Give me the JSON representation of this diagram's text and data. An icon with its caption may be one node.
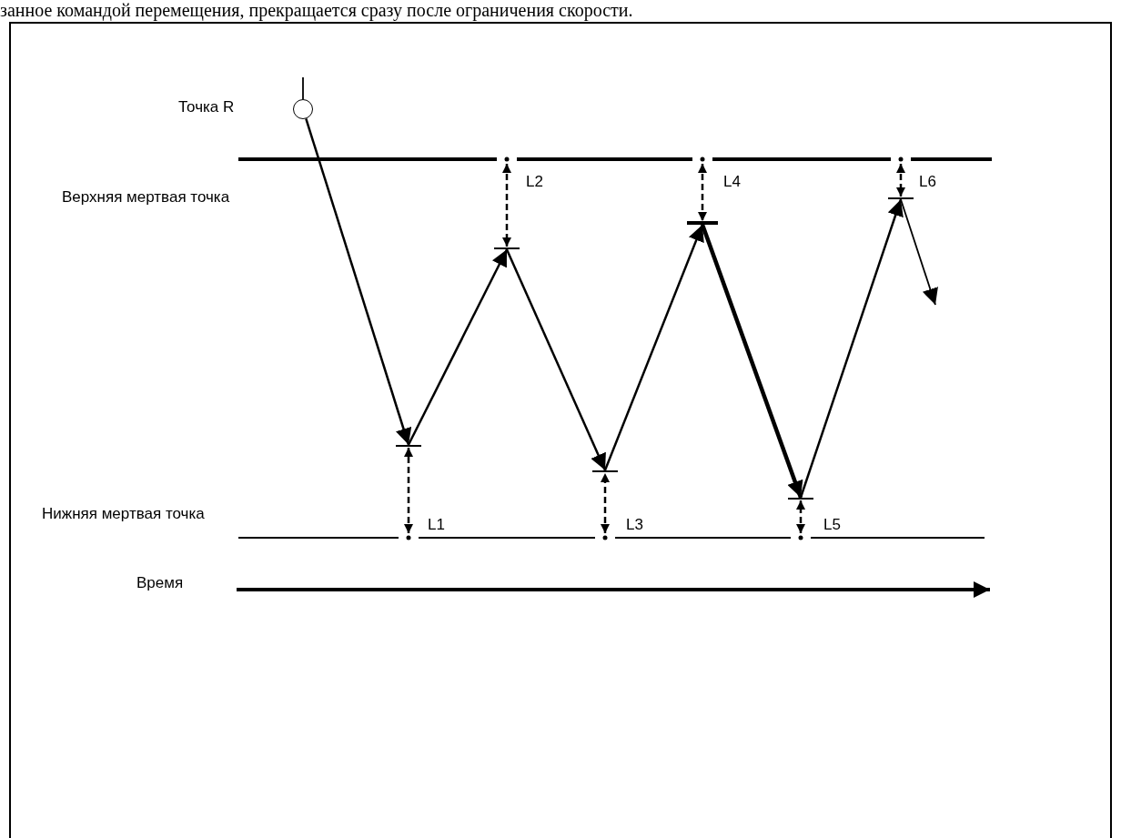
{
  "diagram": {
    "nodes": [
      {
        "text": [],
        "shape": "circle",
        "beside": [
          "Точка R"
        ]
      },
      {
        "text": [],
        "shape": "bar"
      },
      {
        "text": [],
        "shape": "bar"
      },
      {
        "text": [],
        "shape": "bar"
      },
      {
        "text": [],
        "shape": "bar"
      },
      {
        "text": [],
        "shape": "bar"
      },
      {
        "text": [],
        "shape": "bar"
      }
    ],
    "edges": [
      {
        "from": null,
        "to": 0,
        "arrow": "none"
      },
      {
        "from": 0,
        "to": 1,
        "arrow": "to"
      },
      {
        "from": 1,
        "to": 2,
        "arrow": "to"
      },
      {
        "from": 2,
        "to": 3,
        "arrow": "to"
      },
      {
        "from": 3,
        "to": 4,
        "arrow": "to"
      },
      {
        "from": 4,
        "to": 5,
        "arrow": "to",
        "style": "thick"
      },
      {
        "from": 5,
        "to": 6,
        "arrow": "to"
      },
      {
        "from": 6,
        "to": null,
        "arrow": "to"
      }
    ],
    "labels": [
      "занное командой перемещения, прекращается сразу после ограничения скорости.",
      "L2",
      "L4",
      "L6",
      "Верхняя мертвая точка",
      "Нижняя мертвая точка",
      "L1",
      "L3",
      "L5",
      "Время"
    ]
  }
}
